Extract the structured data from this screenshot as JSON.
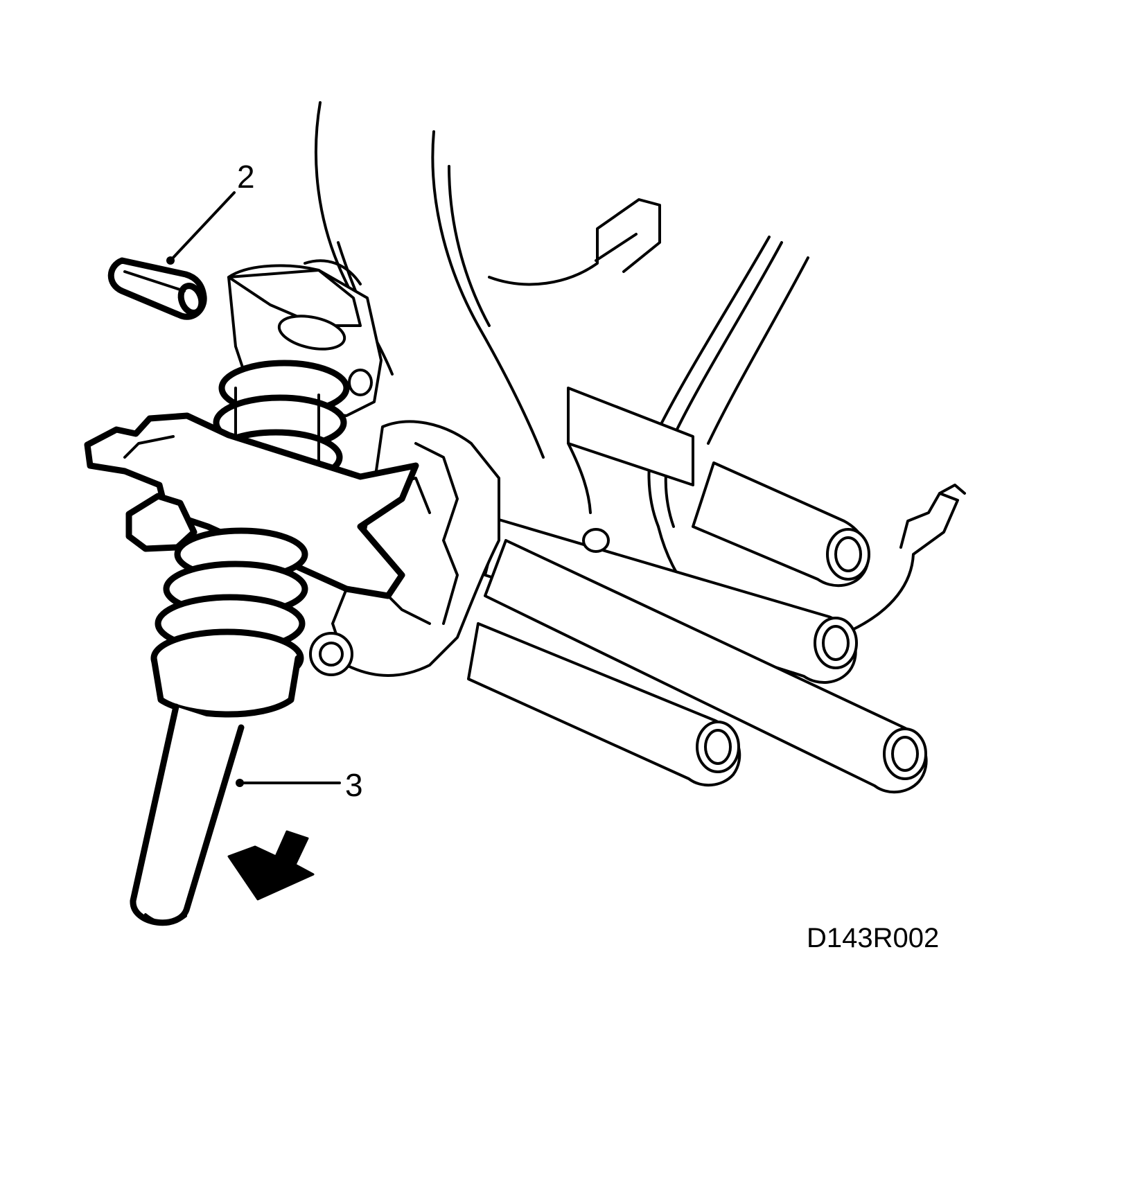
{
  "figure": {
    "code": "D143R002",
    "callouts": [
      {
        "id": "2",
        "label": "2"
      },
      {
        "id": "3",
        "label": "3"
      }
    ]
  },
  "colors": {
    "line": "#000000",
    "background": "#ffffff"
  }
}
